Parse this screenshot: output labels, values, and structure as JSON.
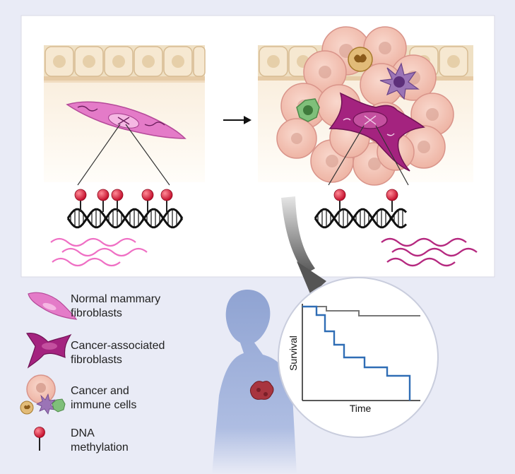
{
  "colors": {
    "background": "#e9ebf6",
    "panel": "#ffffff",
    "normal_fibroblast": "#e47bc8",
    "caf": "#a4237f",
    "tumor_cell": "#f2c0b2",
    "methyl_red": "#d81f3a",
    "rna_light": "#ef6fc4",
    "rna_dark": "#b5287f",
    "survival_gray": "#777777",
    "survival_blue": "#2f6db5",
    "silhouette": "#9db0d8",
    "tumor": "#a8353f"
  },
  "icons": [
    "normal-fibroblast-icon",
    "caf-icon",
    "cancer-immune-icon",
    "dna-methylation-icon",
    "dna-helix-icon",
    "woman-silhouette-icon",
    "tumor-icon",
    "arrow-right-icon",
    "curved-arrow-icon"
  ],
  "legend": {
    "normal": [
      "Normal mammary",
      "fibroblasts"
    ],
    "caf": [
      "Cancer-associated",
      "fibroblasts"
    ],
    "cancer_immune": [
      "Cancer and",
      "immune cells"
    ],
    "methylation": [
      "DNA",
      "methylation"
    ]
  },
  "survival": {
    "y_label": "Survival",
    "x_label": "Time"
  }
}
